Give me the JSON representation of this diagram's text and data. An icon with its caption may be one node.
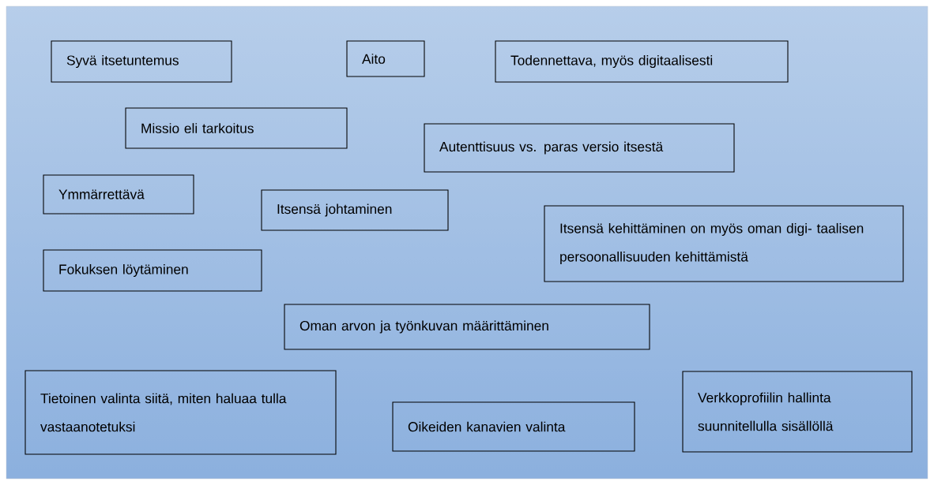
{
  "diagram": {
    "nodes": [
      {
        "text": [
          "Syvä itsetuntemus"
        ]
      },
      {
        "text": [
          "Aito"
        ]
      },
      {
        "text": [
          "Todennettava, myös digitaalisesti"
        ]
      },
      {
        "text": [
          "Missio eli tarkoitus"
        ]
      },
      {
        "text": [
          "Autenttisuus vs. paras versio itsestä"
        ]
      },
      {
        "text": [
          "Ymmärrettävä"
        ]
      },
      {
        "text": [
          "Itsensä johtaminen"
        ]
      },
      {
        "text": [
          "Itsensä kehittäminen on myös oman digi- taalisen persoonallisuuden kehittämistä"
        ]
      },
      {
        "text": [
          "Fokuksen löytäminen"
        ]
      },
      {
        "text": [
          "Oman arvon ja työnkuvan määrittäminen"
        ]
      },
      {
        "text": [
          "Tietoinen valinta siitä, miten haluaa tulla vastaanotetuksi"
        ]
      },
      {
        "text": [
          "Oikeiden kanavien valinta"
        ]
      },
      {
        "text": [
          "Verkkoprofiilin hallinta suunnitellulla sisällöllä"
        ]
      }
    ]
  }
}
